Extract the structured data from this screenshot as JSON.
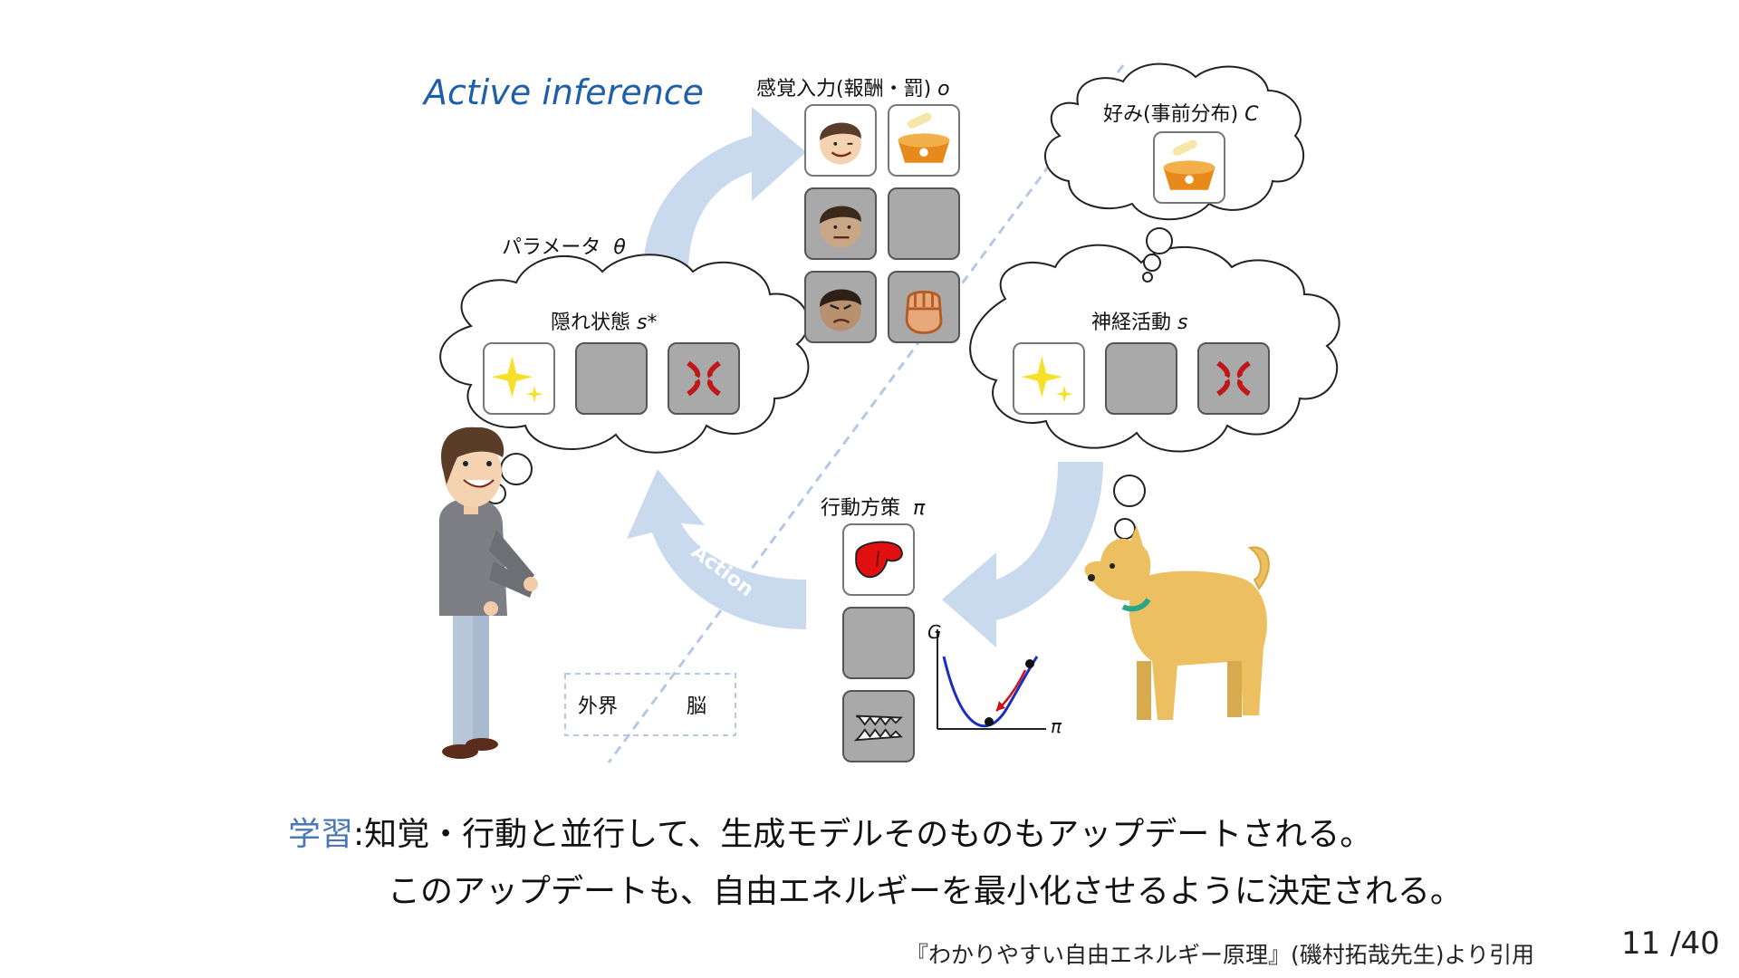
{
  "title": "Active inference",
  "labels": {
    "sensory_input": "感覚入力(報酬・罰)",
    "sensory_input_symbol": "o",
    "preference": "好み(事前分布)",
    "preference_symbol": "C",
    "parameter": "パラメータ",
    "parameter_symbol": "θ",
    "hidden_state": "隠れ状態",
    "hidden_state_symbol": "s*",
    "neural_activity": "神経活動",
    "neural_activity_symbol": "s",
    "policy": "行動方策",
    "policy_symbol": "π",
    "action": "Action",
    "graph_y": "G",
    "graph_x": "π",
    "world": "外界",
    "brain": "脳"
  },
  "footer": {
    "keyword": "学習",
    "line1": ":知覚・行動と並行して、生成モデルそのものもアップデートされる。",
    "line2": "このアップデートも、自由エネルギーを最小化させるように決定される。"
  },
  "citation": "『わかりやすい自由エネルギー原理』(磯村拓哉先生)より引用",
  "page": {
    "current": "11",
    "separator": "/",
    "total": "40"
  },
  "colors": {
    "arrow": "#c9d9ee",
    "tile_gray": "#a9a9a9",
    "title_blue": "#1f5faa",
    "keyword_blue": "#4a77b5",
    "curve_blue": "#1a2fc0",
    "curve_red": "#d01010"
  },
  "icons": {
    "sensory_tiles": [
      "happy-face-icon",
      "dog-bowl-icon",
      "neutral-face-icon",
      "blank-tile",
      "angry-face-icon",
      "fist-icon"
    ],
    "state_tiles": [
      "sparkle-icon",
      "blank-tile",
      "anger-mark-icon"
    ],
    "policy_tiles": [
      "tongue-icon",
      "blank-tile",
      "teeth-icon"
    ]
  }
}
